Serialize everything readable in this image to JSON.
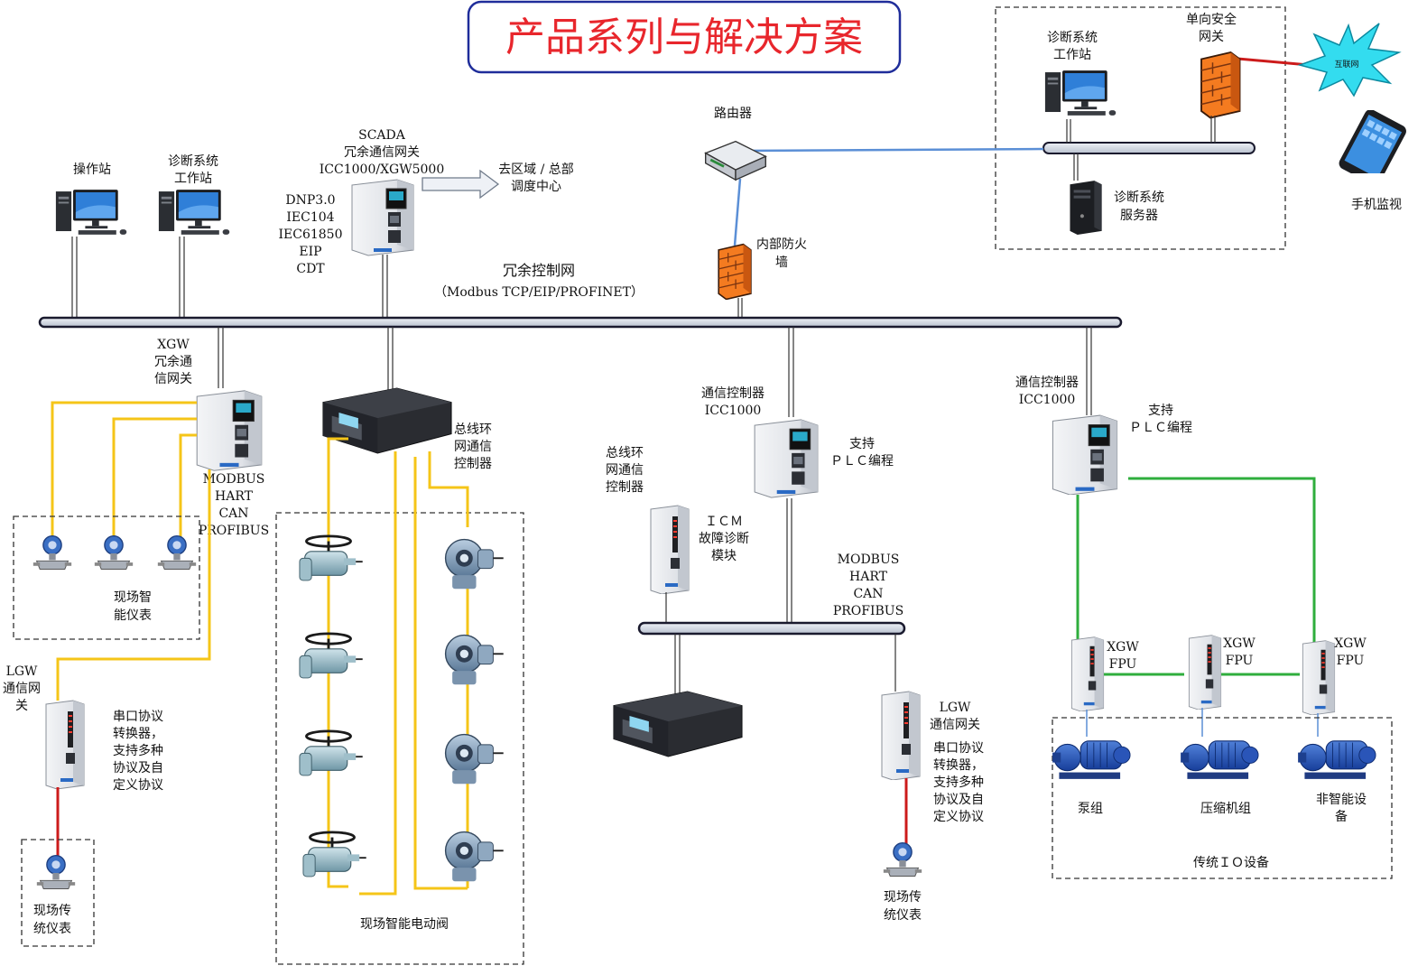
{
  "title": "产品系列与解决方案",
  "colors": {
    "title_text": "#e8262c",
    "title_border": "#1f2d9a",
    "bus_fill": "#d9dee7",
    "bus_stroke": "#1a1a2e",
    "fieldbus_yellow": "#f5c518",
    "link_green": "#2fae3d",
    "link_red": "#cc1b1b",
    "link_blue": "#5b8fd6",
    "firewall_orange": "#f47b20",
    "cloud_cyan": "#33dcef"
  },
  "icons": {
    "workstation": "workstation-icon",
    "server": "server-tower-icon",
    "router": "router-icon",
    "firewall": "firewall-icon",
    "cloud": "internet-burst-icon",
    "phone": "smartphone-icon",
    "gateway": "din-rail-gateway-icon",
    "rack_controller": "rack-controller-icon",
    "transmitter": "pressure-transmitter-icon",
    "valve_actuator": "valve-actuator-icon",
    "electric_actuator": "electric-actuator-icon",
    "pump": "pump-icon"
  },
  "top_right": {
    "diag_workstation": [
      "诊断系统",
      "工作站"
    ],
    "oneway_gateway": [
      "单向安全",
      "网关"
    ],
    "internet": "互联网",
    "diag_server": [
      "诊断系统",
      "服务器"
    ],
    "mobile": "手机监视"
  },
  "router": "路由器",
  "internal_firewall": [
    "内部防火",
    "墙"
  ],
  "operator_station": "操作站",
  "diag_workstation_left": [
    "诊断系统",
    "工作站"
  ],
  "scada": [
    "SCADA",
    "冗余通信网关",
    "ICC1000/XGW5000"
  ],
  "protocols_left": [
    "DNP3.0",
    "IEC104",
    "IEC61850",
    "EIP",
    "CDT"
  ],
  "to_center": [
    "去区域 / 总部",
    "调度中心"
  ],
  "backbone": [
    "冗余控制网",
    "（Modbus TCP/EIP/PROFINET）"
  ],
  "xgw_gateway": [
    "XGW",
    "冗余通",
    "信网关"
  ],
  "xgw_protocols": [
    "MODBUS",
    "HART",
    "CAN",
    "PROFIBUS"
  ],
  "field_instruments": [
    "现场智",
    "能仪表"
  ],
  "bus_ring_controller_a": [
    "总线环",
    "网通信",
    "控制器"
  ],
  "smart_valve_label": "现场智能电动阀",
  "lgw_left": [
    "LGW",
    "通信网",
    "关"
  ],
  "serial_converter_left": [
    "串口协议",
    "转换器，",
    "支持多种",
    "协议及自",
    "定义协议"
  ],
  "traditional_instrument_left": [
    "现场传",
    "统仪表"
  ],
  "comm_controller_mid": [
    "通信控制器",
    "ICC1000"
  ],
  "plc_support_mid": [
    "支持",
    "ＰＬＣ编程"
  ],
  "bus_ring_controller_b": [
    "总线环",
    "网通信",
    "控制器"
  ],
  "icm_module": [
    "ＩＣＭ",
    "故障诊断",
    "模块"
  ],
  "mid_protocols": [
    "MODBUS",
    "HART",
    "CAN",
    "PROFIBUS"
  ],
  "lgw_right": [
    "LGW",
    "通信网关"
  ],
  "serial_converter_right": [
    "串口协议",
    "转换器，",
    "支持多种",
    "协议及自",
    "定义协议"
  ],
  "traditional_instrument_right": [
    "现场传",
    "统仪表"
  ],
  "comm_controller_right": [
    "通信控制器",
    "ICC1000"
  ],
  "plc_support_right": [
    "支持",
    "ＰＬＣ编程"
  ],
  "fpu_units": [
    {
      "line1": "XGW",
      "line2": "FPU"
    },
    {
      "line1": "XGW",
      "line2": "FPU"
    },
    {
      "line1": "XGW",
      "line2": "FPU"
    }
  ],
  "equipment": {
    "pump": "泵组",
    "compressor": "压缩机组",
    "non_smart": [
      "非智能设",
      "备"
    ],
    "group": "传统ＩＯ设备"
  }
}
